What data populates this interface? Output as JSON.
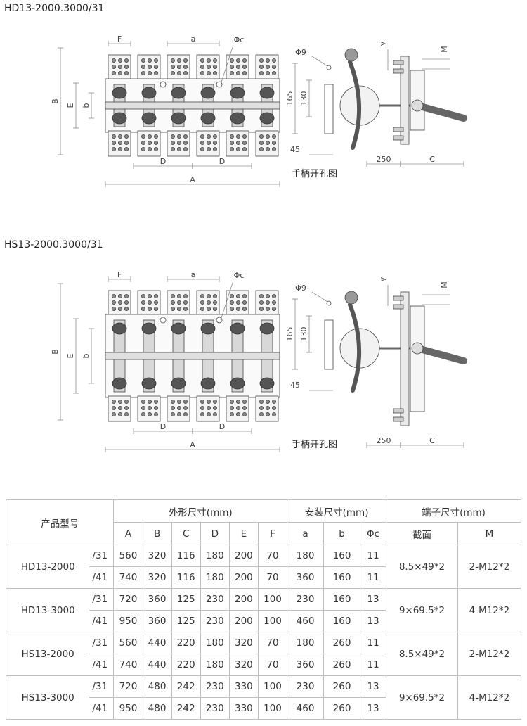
{
  "sections": [
    {
      "title": "HD13-2000.3000/31",
      "hole_caption": "手柄开孔图",
      "labels": {
        "F": "F",
        "a": "a",
        "phic": "Φc",
        "B": "B",
        "E": "E",
        "b": "b",
        "D": "D",
        "A": "A",
        "phi9": "Φ9",
        "h165": "165",
        "h130": "130",
        "h45": "45",
        "y": "y",
        "M": "M",
        "w250": "250",
        "C": "C"
      }
    },
    {
      "title": "HS13-2000.3000/31",
      "hole_caption": "手柄开孔图",
      "labels": {
        "F": "F",
        "a": "a",
        "phic": "Φc",
        "B": "B",
        "E": "E",
        "b": "b",
        "D": "D",
        "A": "A",
        "phi9": "Φ9",
        "h165": "165",
        "h130": "130",
        "h45": "45",
        "y": "y",
        "M": "M",
        "w250": "250",
        "C": "C"
      }
    }
  ],
  "table": {
    "model_header": "产品型号",
    "group_outline": "外形尺寸(mm)",
    "group_mount": "安装尺寸(mm)",
    "group_terminal": "端子尺寸(mm)",
    "columns": [
      "A",
      "B",
      "C",
      "D",
      "E",
      "F",
      "a",
      "b",
      "Φc",
      "截面",
      "M"
    ],
    "models": [
      {
        "name": "HD13-2000",
        "section": "8.5×49*2",
        "m": "2-M12*2",
        "rows": [
          {
            "suffix": "/31",
            "values": [
              "560",
              "320",
              "116",
              "180",
              "200",
              "70",
              "180",
              "160",
              "11"
            ]
          },
          {
            "suffix": "/41",
            "values": [
              "740",
              "320",
              "116",
              "180",
              "200",
              "70",
              "360",
              "160",
              "11"
            ]
          }
        ]
      },
      {
        "name": "HD13-3000",
        "section": "9×69.5*2",
        "m": "4-M12*2",
        "rows": [
          {
            "suffix": "/31",
            "values": [
              "720",
              "360",
              "125",
              "230",
              "200",
              "100",
              "230",
              "160",
              "13"
            ]
          },
          {
            "suffix": "/41",
            "values": [
              "950",
              "360",
              "125",
              "230",
              "200",
              "100",
              "460",
              "160",
              "13"
            ]
          }
        ]
      },
      {
        "name": "HS13-2000",
        "section": "8.5×49*2",
        "m": "2-M12*2",
        "rows": [
          {
            "suffix": "/31",
            "values": [
              "560",
              "440",
              "220",
              "180",
              "320",
              "70",
              "180",
              "260",
              "11"
            ]
          },
          {
            "suffix": "/41",
            "values": [
              "740",
              "440",
              "220",
              "180",
              "320",
              "70",
              "360",
              "260",
              "11"
            ]
          }
        ]
      },
      {
        "name": "HS13-3000",
        "section": "9×69.5*2",
        "m": "4-M12*2",
        "rows": [
          {
            "suffix": "/31",
            "values": [
              "720",
              "480",
              "242",
              "230",
              "330",
              "100",
              "230",
              "260",
              "13"
            ]
          },
          {
            "suffix": "/41",
            "values": [
              "950",
              "480",
              "242",
              "230",
              "330",
              "100",
              "460",
              "260",
              "13"
            ]
          }
        ]
      }
    ]
  }
}
